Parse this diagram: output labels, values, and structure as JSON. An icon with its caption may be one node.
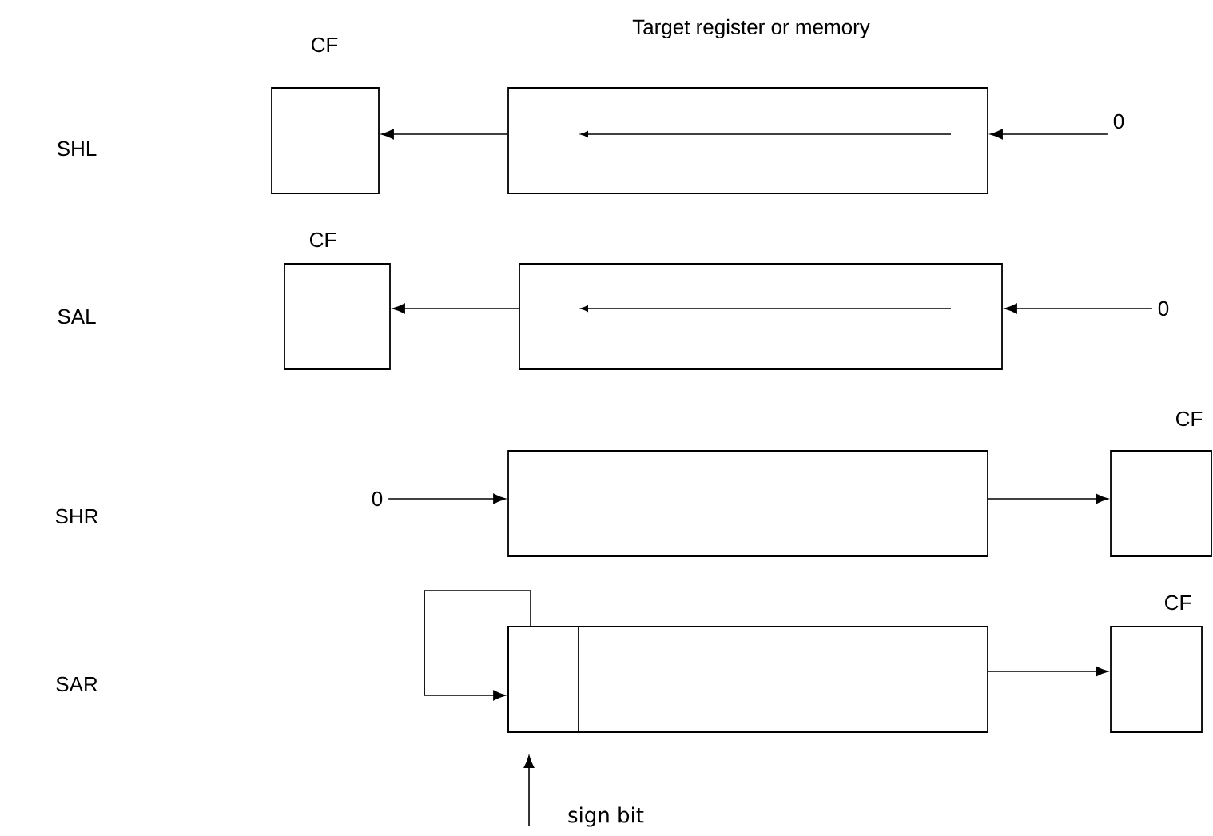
{
  "diagram": {
    "nodes": [
      {
        "text": [
          "CF"
        ]
      },
      {
        "text": [
          "Target register or memory"
        ]
      },
      {
        "text": [
          "0"
        ]
      },
      {
        "text": [
          "CF"
        ]
      },
      {
        "text": [],
        "shape": "box"
      },
      {
        "text": [
          "0"
        ]
      },
      {
        "text": [
          "0"
        ]
      },
      {
        "text": [],
        "shape": "box"
      },
      {
        "text": [
          "CF"
        ]
      },
      {
        "text": [],
        "shape": "box"
      },
      {
        "text": [],
        "shape": "box",
        "in": 9
      },
      {
        "text": [
          "CF"
        ]
      },
      {
        "text": [
          "sign bit"
        ]
      }
    ],
    "edges": [
      {
        "from": 2,
        "to": 1,
        "arrow": "to"
      },
      {
        "from": 1,
        "to": 0,
        "arrow": "to"
      },
      {
        "from": 5,
        "to": 4,
        "arrow": "to"
      },
      {
        "from": 4,
        "to": 3,
        "arrow": "to"
      },
      {
        "from": 6,
        "to": 7,
        "arrow": "to"
      },
      {
        "from": 7,
        "to": 8,
        "arrow": "to"
      },
      {
        "from": 10,
        "to": 10,
        "arrow": "to"
      },
      {
        "from": 9,
        "to": 11,
        "arrow": "to"
      },
      {
        "from": 12,
        "to": 10,
        "arrow": "to"
      }
    ],
    "labels": [
      "SHL",
      "SAL",
      "SHR",
      "SAR"
    ]
  }
}
